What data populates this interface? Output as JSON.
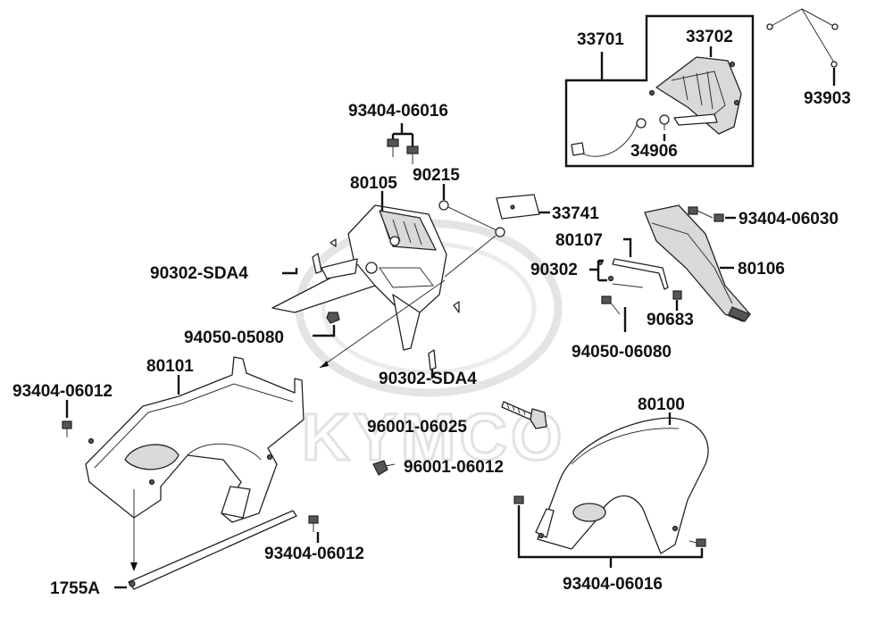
{
  "watermark": "KYMCO",
  "labels": {
    "p33701": "33701",
    "p33702": "33702",
    "p93903": "93903",
    "p34906": "34906",
    "p93404_06016_top": "93404-06016",
    "p80105": "80105",
    "p90215": "90215",
    "p33741": "33741",
    "p93404_06030": "93404-06030",
    "p80107": "80107",
    "p90302_sda4_left": "90302-SDA4",
    "p90302": "90302",
    "p80106": "80106",
    "p90683": "90683",
    "p94050_05080": "94050-05080",
    "p94050_06080": "94050-06080",
    "p80101": "80101",
    "p90302_sda4_mid": "90302-SDA4",
    "p93404_06012_left": "93404-06012",
    "p80100": "80100",
    "p96001_06025": "96001-06025",
    "p96001_06012": "96001-06012",
    "p93404_06012_bottom": "93404-06012",
    "p1755A": "1755A",
    "p93404_06016_bottom": "93404-06016"
  }
}
